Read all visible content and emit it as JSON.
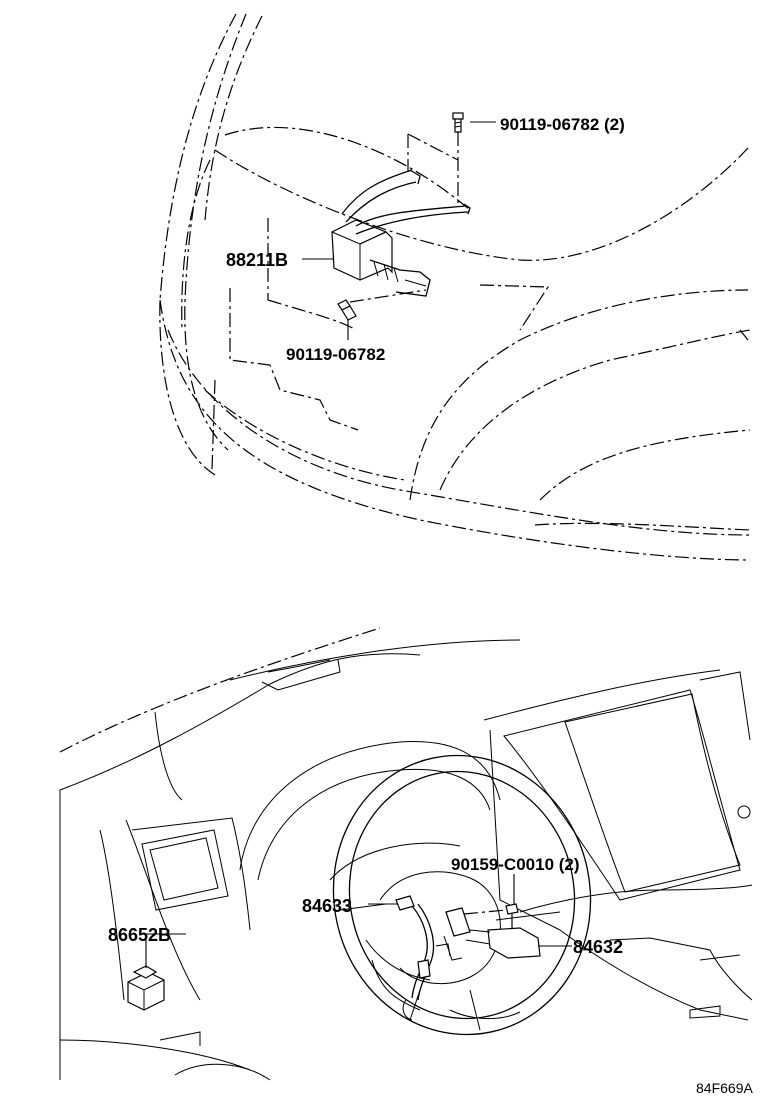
{
  "callouts": {
    "bolt_top": "90119-06782 (2)",
    "sensor": "88211B",
    "bolt_mid": "90119-06782",
    "screw_switch": "90159-C0010 (2)",
    "switch_left": "84633",
    "switch_right": "84632",
    "buzzer": "86652B"
  },
  "figure_code": "84F669A"
}
